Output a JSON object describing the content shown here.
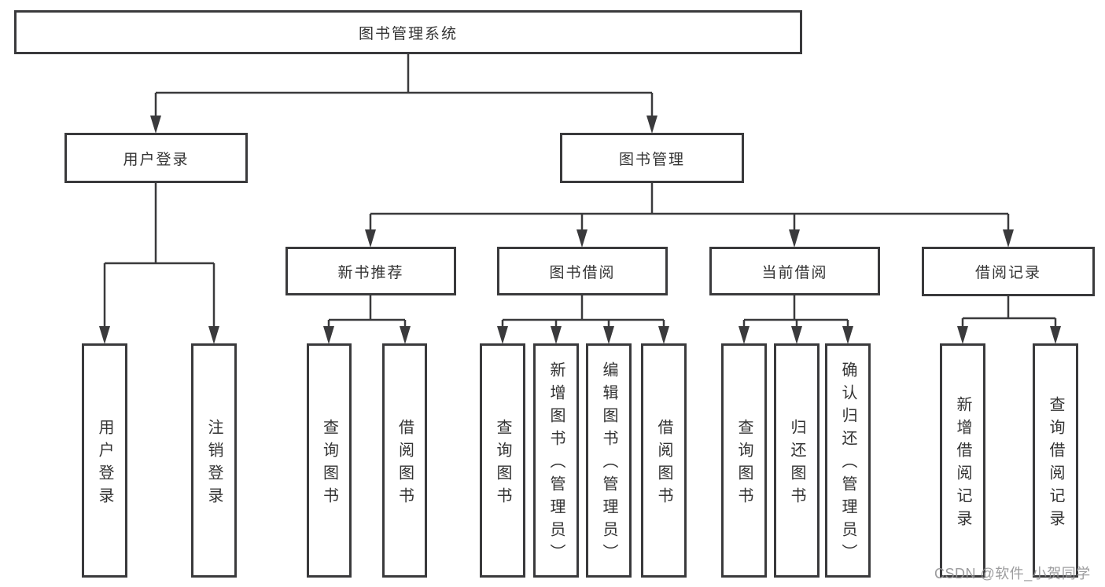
{
  "diagram": {
    "root": {
      "label": "图书管理系统"
    },
    "level2": [
      {
        "label": "用户登录"
      },
      {
        "label": "图书管理"
      }
    ],
    "level3": [
      {
        "label": "新书推荐"
      },
      {
        "label": "图书借阅"
      },
      {
        "label": "当前借阅"
      },
      {
        "label": "借阅记录"
      }
    ],
    "leaves": [
      {
        "label": "用户登录"
      },
      {
        "label": "注销登录"
      },
      {
        "label": "查询图书"
      },
      {
        "label": "借阅图书"
      },
      {
        "label": "查询图书"
      },
      {
        "label": "新增图书（管理员）"
      },
      {
        "label": "编辑图书（管理员）"
      },
      {
        "label": "借阅图书"
      },
      {
        "label": "查询图书"
      },
      {
        "label": "归还图书"
      },
      {
        "label": "确认归还（管理员）"
      },
      {
        "label": "新增借阅记录"
      },
      {
        "label": "查询借阅记录"
      }
    ],
    "watermark": "CSDN @软件_小贺同学",
    "colors": {
      "line": "#3a3a3c",
      "text": "#333333",
      "watermark": "#949496",
      "background": "#ffffff"
    }
  }
}
